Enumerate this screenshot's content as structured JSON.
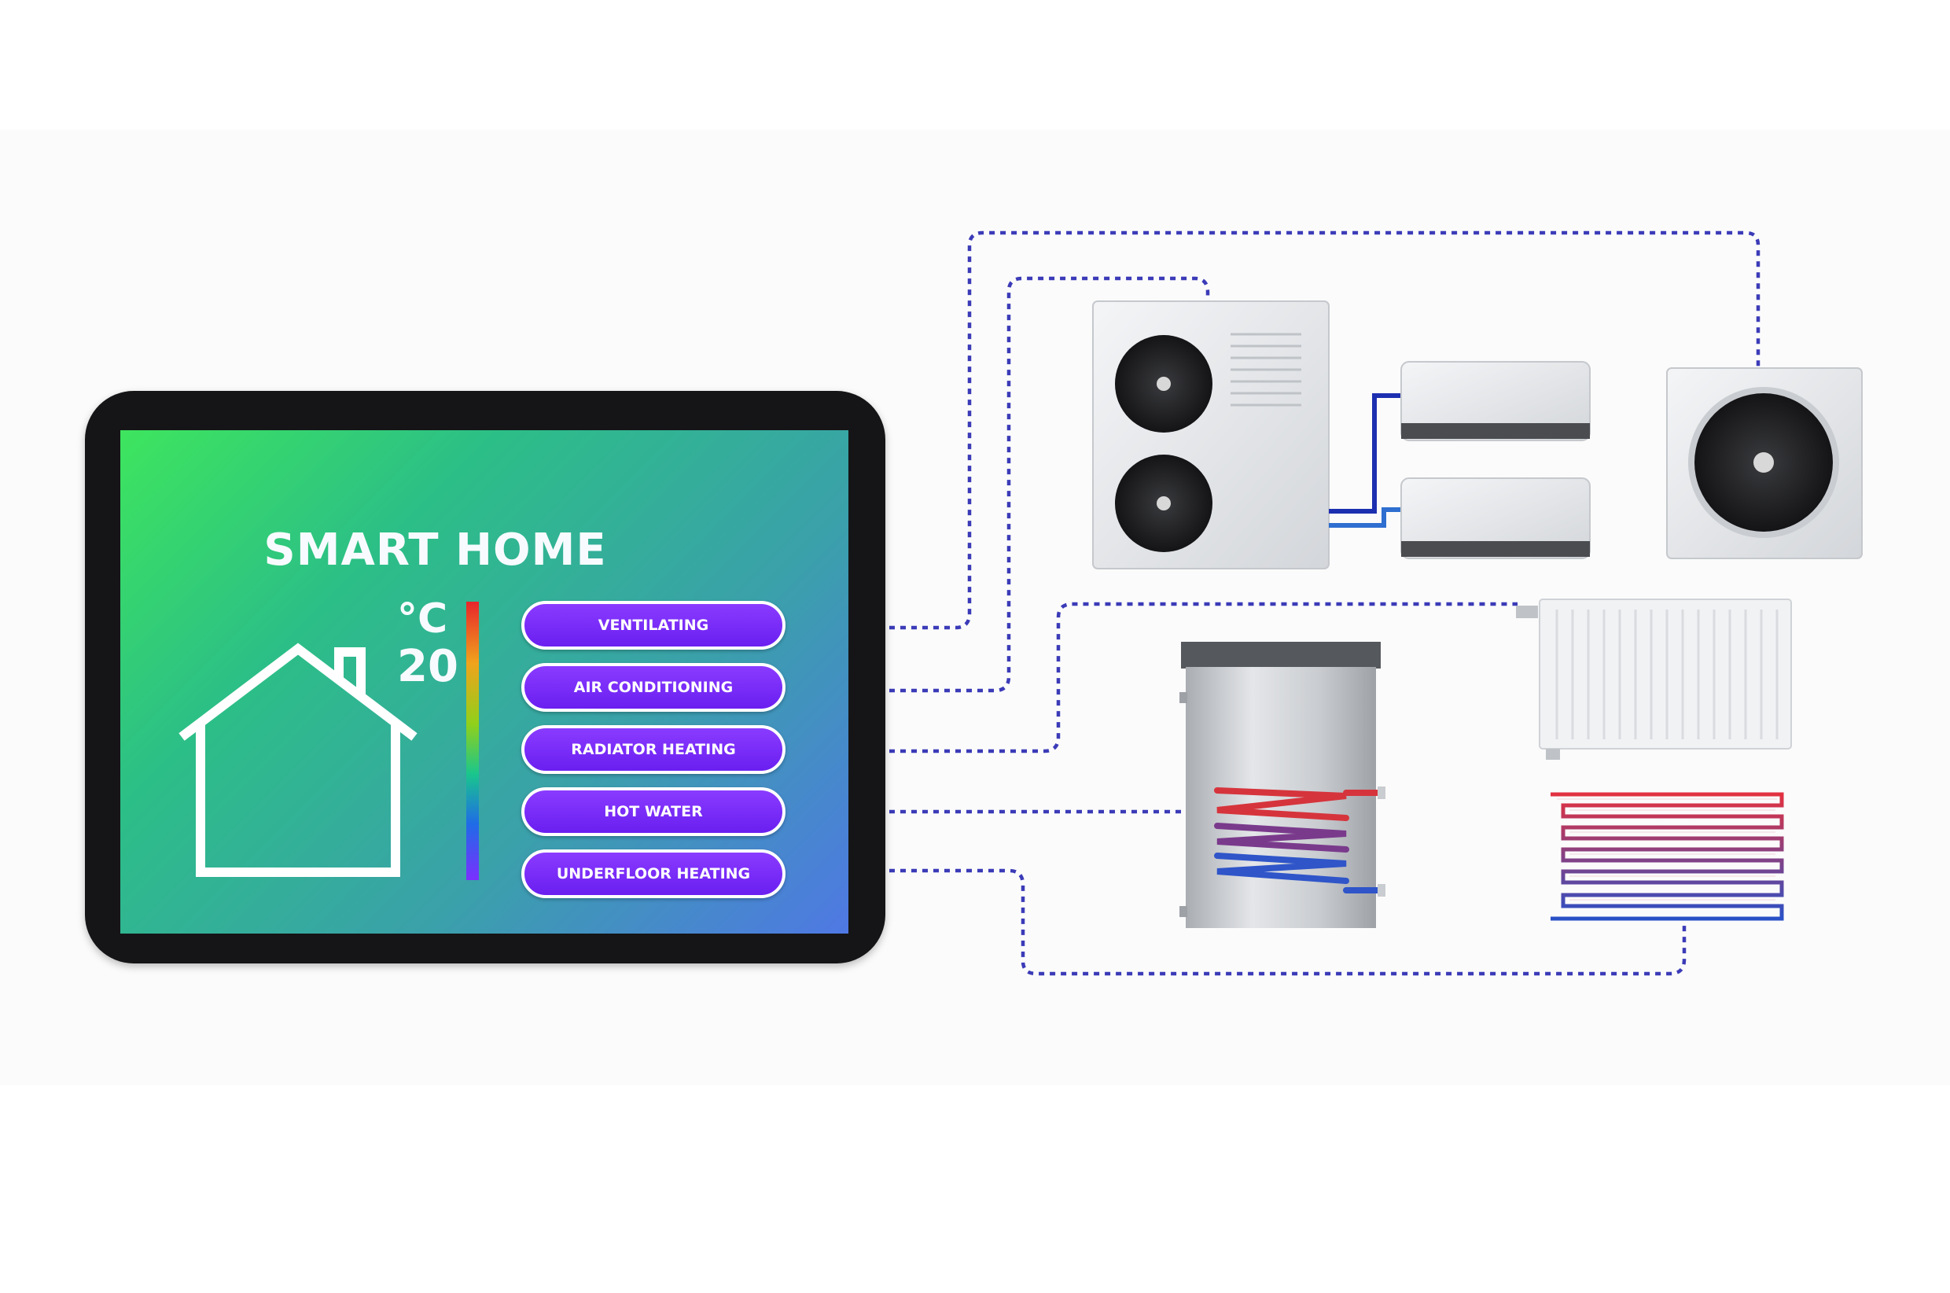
{
  "tablet": {
    "title": "SMART HOME",
    "temperature_unit": "°C",
    "temperature_value": "20"
  },
  "menu": [
    {
      "label": "VENTILATING"
    },
    {
      "label": "AIR CONDITIONING"
    },
    {
      "label": "RADIATOR HEATING"
    },
    {
      "label": "HOT WATER"
    },
    {
      "label": "UNDERFLOOR HEATING"
    }
  ],
  "devices": [
    {
      "icon": "outdoor-ac-unit-icon"
    },
    {
      "icon": "split-indoor-unit-icon"
    },
    {
      "icon": "ventilation-fan-icon"
    },
    {
      "icon": "radiator-icon"
    },
    {
      "icon": "hot-water-tank-icon"
    },
    {
      "icon": "underfloor-heating-coil-icon"
    }
  ],
  "colors": {
    "connector": "#3b3bb8",
    "button": "#7a2cf7",
    "screen_start": "#3ee55e",
    "screen_end": "#4f78e4"
  }
}
